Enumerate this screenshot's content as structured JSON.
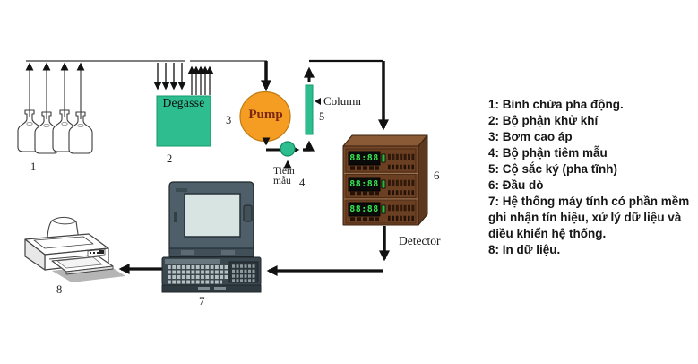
{
  "legend": {
    "items": [
      "1: Bình chứa pha động.",
      "2: Bộ phận khử khí",
      "3: Bơm cao áp",
      "4: Bộ phận tiêm mẫu",
      "5: Cộ sắc ký (pha tĩnh)",
      "6: Đầu dò",
      "7: Hệ thống máy tính có phần mềm ghi nhận tín hiệu, xử lý dữ liệu và điều khiển hệ thống.",
      "8: In dữ liệu."
    ]
  },
  "diagram": {
    "bottles": {
      "number": "1"
    },
    "degasser": {
      "label": "Degasse",
      "number": "2"
    },
    "pump": {
      "label": "Pump",
      "number": "3"
    },
    "injector": {
      "label_line1": "Tiêm",
      "label_line2": "mẫu",
      "number": "4"
    },
    "column": {
      "label": "Column",
      "number": "5"
    },
    "detector": {
      "number": "6",
      "caption": "Detector",
      "display": "88:88"
    },
    "computer": {
      "number": "7"
    },
    "printer": {
      "number": "8"
    }
  },
  "colors": {
    "degasser_green": "#2ebd8e",
    "pump_orange": "#f59d22",
    "detector_brown": "#774729",
    "display_green": "#35e650",
    "computer_gray": "#4f5f69"
  }
}
